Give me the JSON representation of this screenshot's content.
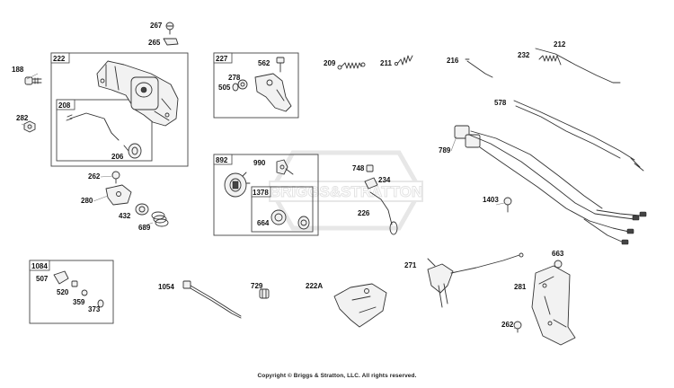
{
  "watermark": "BRIGGS&STRATTON",
  "copyright": "Copyright © Briggs & Stratton, LLC. All rights reserved.",
  "group_boxes": {
    "g222": "222",
    "g208": "208",
    "g227": "227",
    "g892": "892",
    "g1378": "1378",
    "g1084": "1084"
  },
  "part_labels": {
    "p267": "267",
    "p265": "265",
    "p188": "188",
    "p282": "282",
    "p206": "206",
    "p562": "562",
    "p278": "278",
    "p505": "505",
    "p209": "209",
    "p211": "211",
    "p216": "216",
    "p232": "232",
    "p212": "212",
    "p578": "578",
    "p789": "789",
    "p262a": "262",
    "p280": "280",
    "p432": "432",
    "p689": "689",
    "p990": "990",
    "p664": "664",
    "p748": "748",
    "p234": "234",
    "p226": "226",
    "p1403": "1403",
    "p663": "663",
    "p281": "281",
    "p262b": "262",
    "p271": "271",
    "p507": "507",
    "p520": "520",
    "p359": "359",
    "p373": "373",
    "p1054": "1054",
    "p729": "729",
    "p222A": "222A"
  }
}
